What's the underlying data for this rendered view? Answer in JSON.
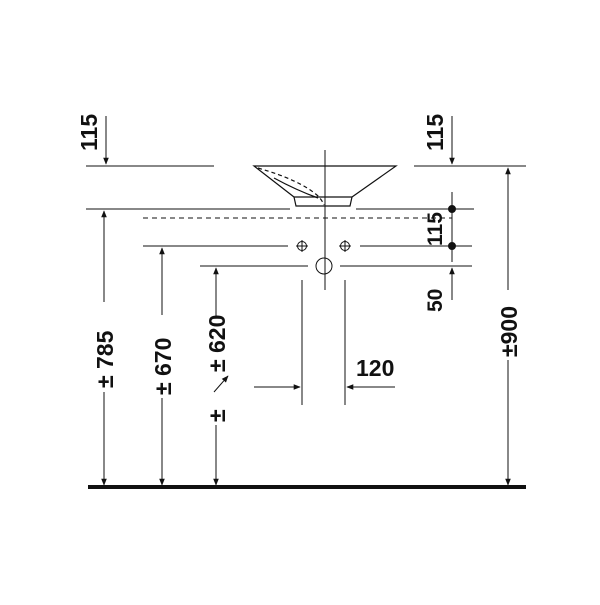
{
  "labels": {
    "top_left": "115",
    "top_right": "115",
    "right_mid": "115",
    "right_low": "50",
    "overall_height": "±900",
    "h_785": "± 785",
    "h_670": "± 670",
    "h_620": "± 620",
    "h_620_extra": "±",
    "hole_spacing": "120"
  },
  "colors": {
    "line": "#111111",
    "floor": "#111111",
    "background": "#ffffff"
  }
}
